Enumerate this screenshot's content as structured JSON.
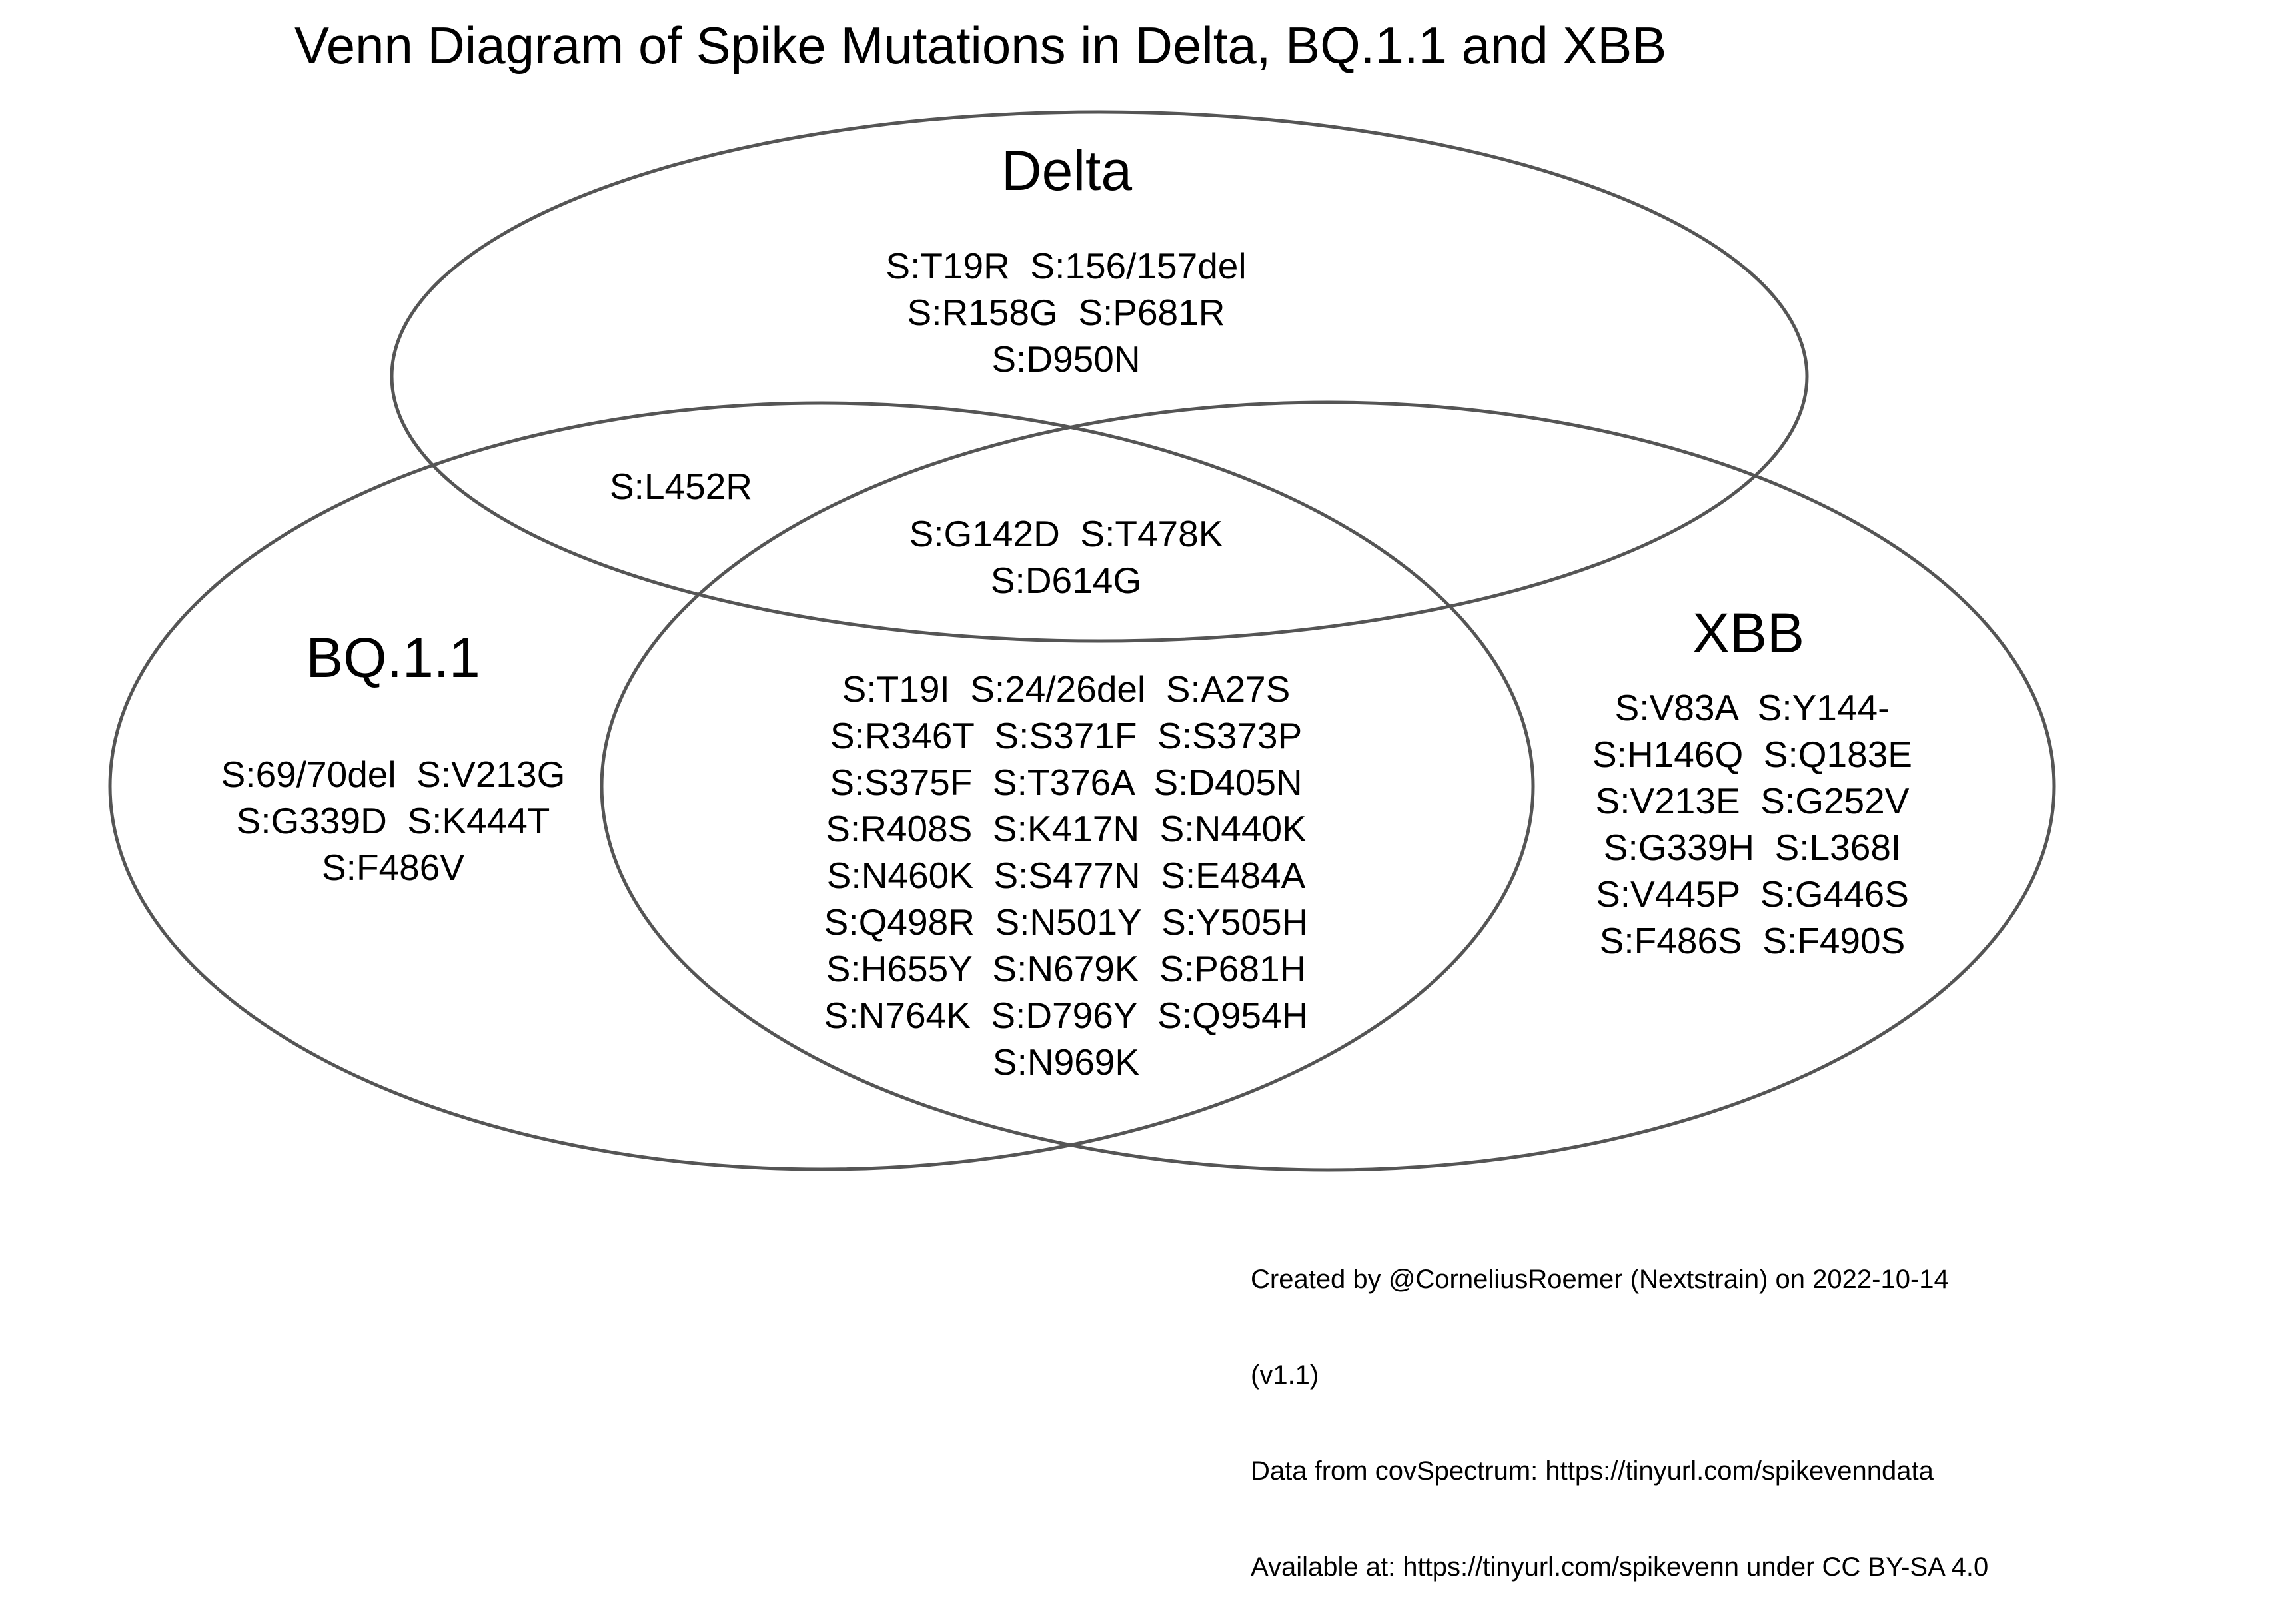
{
  "title": "Venn Diagram of Spike Mutations in Delta, BQ.1.1 and XBB",
  "sets": {
    "delta": {
      "label": "Delta"
    },
    "bq": {
      "label": "BQ.1.1"
    },
    "xbb": {
      "label": "XBB"
    }
  },
  "regions": {
    "delta_only": [
      "S:T19R  S:156/157del",
      "S:R158G  S:P681R",
      "S:D950N"
    ],
    "delta_bq": [
      "S:L452R"
    ],
    "delta_all": [
      "S:G142D  S:T478K",
      "S:D614G"
    ],
    "bq_only": [
      "S:69/70del  S:V213G",
      "S:G339D  S:K444T",
      "S:F486V"
    ],
    "bq_xbb": [
      "S:T19I  S:24/26del  S:A27S",
      "S:R346T  S:S371F  S:S373P",
      "S:S375F  S:T376A  S:D405N",
      "S:R408S  S:K417N  S:N440K",
      "S:N460K  S:S477N  S:E484A",
      "S:Q498R  S:N501Y  S:Y505H",
      "S:H655Y  S:N679K  S:P681H",
      "S:N764K  S:D796Y  S:Q954H",
      "S:N969K"
    ],
    "xbb_only": [
      "S:V83A  S:Y144-",
      "S:H146Q  S:Q183E",
      "S:V213E  S:G252V",
      "S:G339H  S:L368I",
      "S:V445P  S:G446S",
      "S:F486S  S:F490S"
    ]
  },
  "credits": [
    "Created by @CorneliusRoemer (Nextstrain) on 2022-10-14",
    "(v1.1)",
    "Data from covSpectrum: https://tinyurl.com/spikevenndata",
    "Available at: https://tinyurl.com/spikevenn under CC BY-SA 4.0"
  ],
  "colors": {
    "outline": "#555555",
    "text": "#000000",
    "background": "#ffffff"
  }
}
